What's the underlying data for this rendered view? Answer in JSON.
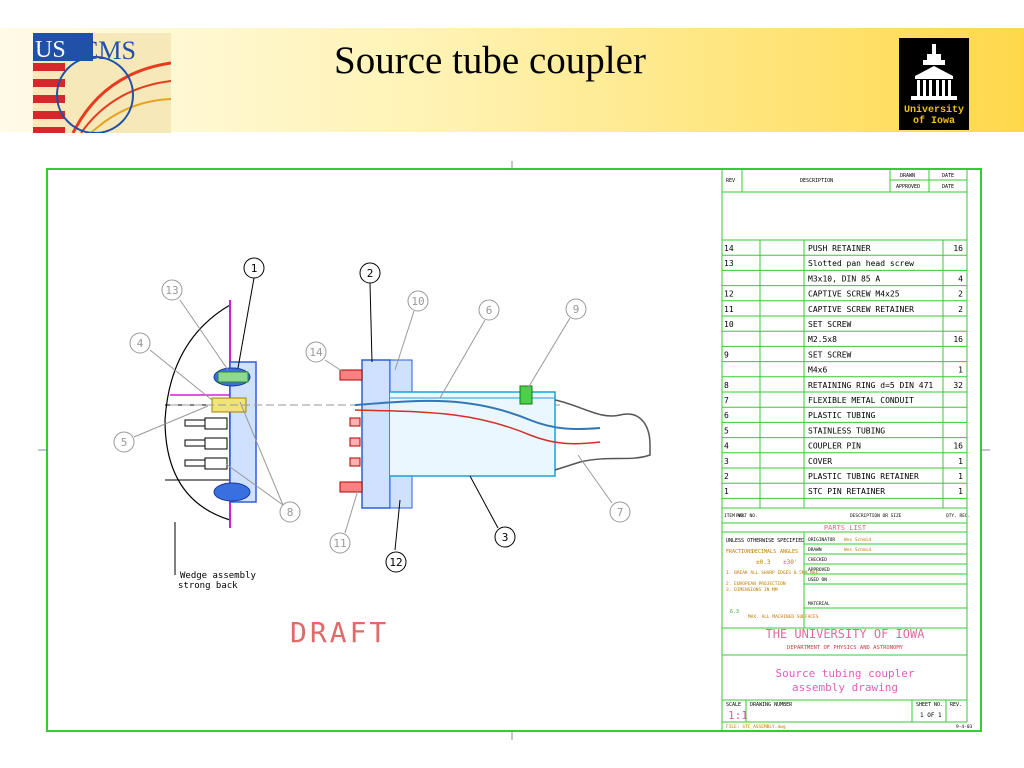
{
  "slide": {
    "title": "Source tube coupler",
    "us_cms_logo": {
      "text_us": "US",
      "text_cms": "CMS"
    },
    "iowa_logo": {
      "line1": "University",
      "line2": "of Iowa"
    }
  },
  "drawing": {
    "draft_label": "DRAFT",
    "wedge_label": {
      "line1": "Wedge assembly",
      "line2": "strong back"
    },
    "balloons": [
      "1",
      "2",
      "3",
      "4",
      "5",
      "6",
      "7",
      "8",
      "9",
      "10",
      "11",
      "12",
      "13",
      "14"
    ],
    "revision_header": {
      "rev": "REV",
      "description": "DESCRIPTION",
      "drawn": "DRAWN",
      "approved": "APPROVED",
      "date": "DATE"
    },
    "parts": [
      {
        "item": "14",
        "part_no": "",
        "desc": "PUSH RETAINER",
        "qty": "16"
      },
      {
        "item": "13",
        "part_no": "",
        "desc": "Slotted pan head screw",
        "qty": ""
      },
      {
        "item": "",
        "part_no": "",
        "desc": "M3x10, DIN 85 A",
        "qty": "4"
      },
      {
        "item": "12",
        "part_no": "",
        "desc": "CAPTIVE SCREW M4x25",
        "qty": "2"
      },
      {
        "item": "11",
        "part_no": "",
        "desc": "CAPTIVE SCREW RETAINER",
        "qty": "2"
      },
      {
        "item": "10",
        "part_no": "",
        "desc": "SET SCREW",
        "qty": ""
      },
      {
        "item": "",
        "part_no": "",
        "desc": "M2.5x8",
        "qty": "16"
      },
      {
        "item": "9",
        "part_no": "",
        "desc": "SET SCREW",
        "qty": ""
      },
      {
        "item": "",
        "part_no": "",
        "desc": "M4x6",
        "qty": "1"
      },
      {
        "item": "8",
        "part_no": "",
        "desc": "RETAINING RING d=5 DIN 471",
        "qty": "32"
      },
      {
        "item": "7",
        "part_no": "",
        "desc": "FLEXIBLE METAL CONDUIT",
        "qty": ""
      },
      {
        "item": "6",
        "part_no": "",
        "desc": "PLASTIC TUBING",
        "qty": ""
      },
      {
        "item": "5",
        "part_no": "",
        "desc": "STAINLESS TUBING",
        "qty": ""
      },
      {
        "item": "4",
        "part_no": "",
        "desc": "COUPLER PIN",
        "qty": "16"
      },
      {
        "item": "3",
        "part_no": "",
        "desc": "COVER",
        "qty": "1"
      },
      {
        "item": "2",
        "part_no": "",
        "desc": "PLASTIC TUBING RETAINER",
        "qty": "1"
      },
      {
        "item": "1",
        "part_no": "",
        "desc": "STC PIN RETAINER",
        "qty": "1"
      }
    ],
    "parts_header": {
      "item": "ITEM NO.",
      "part_no": "PART NO.",
      "desc": "DESCRIPTION OR SIZE",
      "qty": "QTY. REQ."
    },
    "parts_list_label": "PARTS LIST",
    "tolerance": {
      "unless": "UNLESS OTHERWISE SPECIFIED",
      "fractions": "FRACTIONS",
      "decimals": "DECIMALS",
      "angles": "ANGLES",
      "dec_tol": "±0.3",
      "ang_tol": "±30'",
      "notes": [
        "1. BREAK ALL SHARP EDGES 0.5MM MAX.",
        "2. EUROPEAN PROJECTION",
        "3. DIMENSIONS IN MM"
      ],
      "finish": "MAX. ALL MACHINED SURFACES",
      "finish_sym": "6.3"
    },
    "signoff": [
      {
        "role": "ORIGINATOR",
        "name": "Wes Schmid"
      },
      {
        "role": "DRAWN",
        "name": "Wes Schmid"
      },
      {
        "role": "CHECKED",
        "name": ""
      },
      {
        "role": "APPROVED",
        "name": ""
      },
      {
        "role": "USED ON",
        "name": ""
      },
      {
        "role": "MATERIAL",
        "name": ""
      }
    ],
    "institution": "THE UNIVERSITY OF IOWA",
    "department": "DEPARTMENT OF PHYSICS AND ASTRONOMY",
    "drawing_title": {
      "line1": "Source tubing coupler",
      "line2": "assembly drawing"
    },
    "footer": {
      "scale_label": "SCALE",
      "scale": "1:1",
      "dwg_no_label": "DRAWING NUMBER",
      "sheet_label": "SHEET NO.",
      "sheet": "1 OF 1",
      "rev_label": "REV.",
      "file": "FILE: STC_ASSEMBLY.dwg",
      "date": "9-4-03"
    }
  }
}
